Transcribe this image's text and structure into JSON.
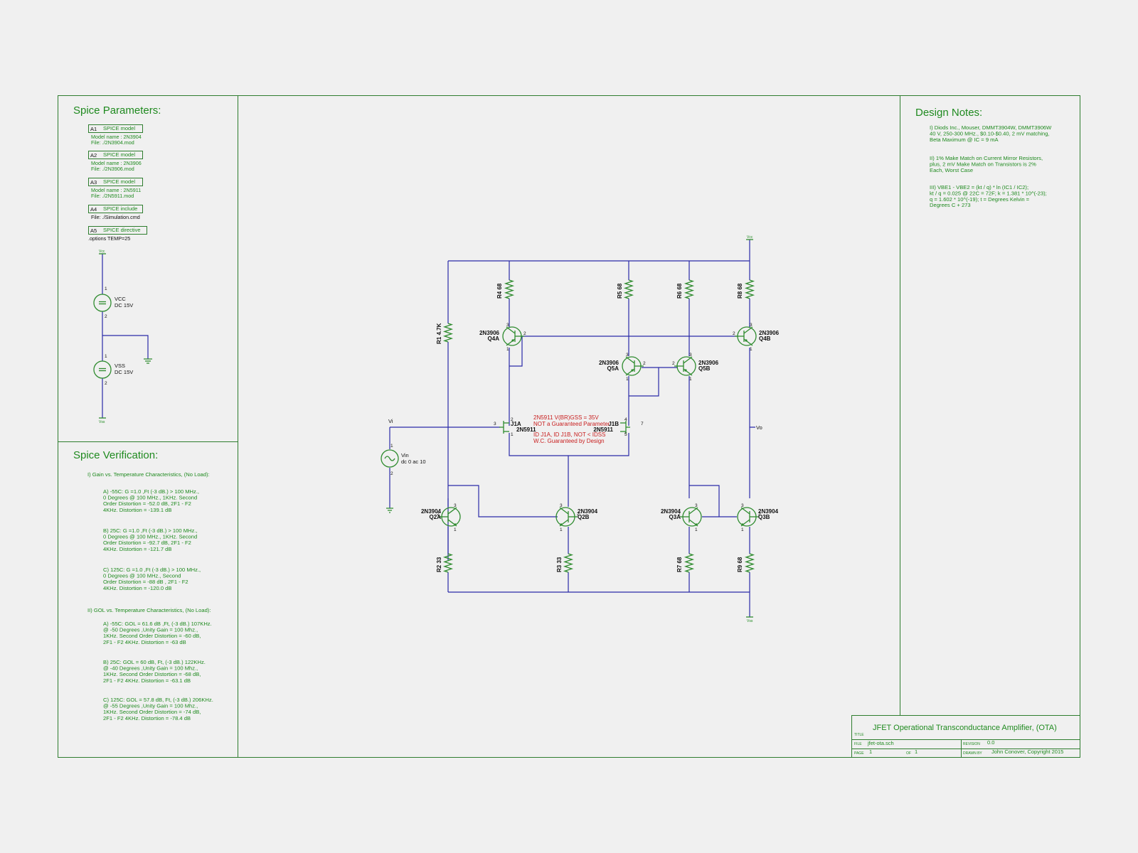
{
  "panels": {
    "spice_params_title": "Spice Parameters:",
    "spice_verification_title": "Spice Verification:",
    "design_notes_title": "Design Notes:"
  },
  "spice_models": [
    {
      "tag": "A1",
      "type": "SPICE model",
      "line1": "Model name :  2N3904",
      "line2": "File: ./2N3904.mod"
    },
    {
      "tag": "A2",
      "type": "SPICE model",
      "line1": "Model name :  2N3906",
      "line2": "File: ./2N3906.mod"
    },
    {
      "tag": "A3",
      "type": "SPICE model",
      "line1": "Model name :  2N5911",
      "line2": "File: ./2N5911.mod"
    },
    {
      "tag": "A4",
      "type": "SPICE include",
      "line1": "File: ./Simulation.cmd",
      "line2": ""
    },
    {
      "tag": "A5",
      "type": "SPICE directive",
      "line1": ".options TEMP=25",
      "line2": ""
    }
  ],
  "supplies": {
    "vcc_net": "Vcc",
    "vcc_name": "VCC",
    "vcc_value": "DC 15V",
    "vss_net": "Vss",
    "vss_name": "VSS",
    "vss_value": "DC 15V",
    "pin1": "1",
    "pin2": "2"
  },
  "verification": {
    "gain_heading": "I) Gain vs. Temperature Characteristics, (No Load):",
    "gain": [
      [
        "A) -55C: G =1.0 ,Ft (-3 dB.) > 100 MHz.,",
        "0 Degrees @ 100 MHz., 1KHz. Second",
        "Order Distortion = -52.0 dB, 2F1 -  F2",
        "4KHz. Distortion = -139.1 dB"
      ],
      [
        "B) 25C: G =1.0 ,Ft (-3 dB.) > 100 MHz.,",
        "0 Degrees @ 100 MHz., 1KHz. Second",
        "Order Distortion = -92.7 dB, 2F1 - F2",
        "4KHz. Distortion = -121.7 dB"
      ],
      [
        "C) 125C: G =1.0 ,Ft (-3 dB.) > 100 MHz.,",
        "0 Degrees @ 100 MHz., Second",
        "Order Distortion = -88 dB , 2F1 - F2",
        "4KHz. Distortion = -120.0 dB"
      ]
    ],
    "gol_heading": "II) GOL vs. Temperature Characteristics, (No Load):",
    "gol": [
      [
        "A) -55C: GOL = 61.6 dB ,Ft, (-3 dB.) 107KHz.",
        "@ -50 Degrees ,Unity Gain = 100 Mhz.,",
        "1KHz. Second Order Distortion = -60 dB,",
        "2F1 - F2 4KHz. Distortion = -63 dB"
      ],
      [
        "B) 25C: GOL = 60 dB, Ft, (-3 dB.) 122KHz.",
        "@ -40 Degrees ,Unity Gain = 100 Mhz.,",
        "1KHz. Second Order Distortion = -68 dB,",
        "2F1 - F2 4KHz. Distortion = -63.1 dB"
      ],
      [
        "C) 125C: GOL = 57.8 dB, Ft, (-3 dB.) 206KHz.",
        "@ -55 Degrees ,Unity Gain = 100 Mhz.,",
        "1KHz. Second Order Distortion = -74 dB,",
        "2F1 - F2 4KHz. Distortion = -78.4 dB"
      ]
    ]
  },
  "design_notes": [
    [
      "I) Diods Inc., Mouser, DMMT3904W, DMMT3906W",
      "40 V, 250-300 MHz., $0.10-$0.40, 2 mV matching,",
      "Beta Maximum @ IC = 9 mA"
    ],
    [
      "II) 1% Make Match on Current Mirror Resistors,",
      "plus, 2 mV Make Match on Transistors is 2%",
      "Each, Worst Case"
    ],
    [
      "III) VBE1 - VBE2 = (kt / q) * ln  (IC1 / IC2);",
      "kt / q = 0.025 @ 22C = 72F; k = 1.381 * 10^(-23);",
      "q = 1.602 * 10^(-19); t = Degrees Kelvin =",
      "Degrees C + 273"
    ]
  ],
  "circuit": {
    "vcc": "Vcc",
    "vss": "Vss",
    "vi": "Vi",
    "vo": "Vo",
    "vin_name": "Vin",
    "vin_value": "dc 0 ac 10",
    "resistors": [
      {
        "ref": "R1",
        "val": "4.7K"
      },
      {
        "ref": "R4",
        "val": "68"
      },
      {
        "ref": "R5",
        "val": "68"
      },
      {
        "ref": "R6",
        "val": "68"
      },
      {
        "ref": "R8",
        "val": "68"
      },
      {
        "ref": "R2",
        "val": "33"
      },
      {
        "ref": "R3",
        "val": "33"
      },
      {
        "ref": "R7",
        "val": "68"
      },
      {
        "ref": "R9",
        "val": "68"
      }
    ],
    "transistors": [
      {
        "ref": "Q4A",
        "part": "2N3906"
      },
      {
        "ref": "Q4B",
        "part": "2N3906"
      },
      {
        "ref": "Q5A",
        "part": "2N3906"
      },
      {
        "ref": "Q5B",
        "part": "2N3906"
      },
      {
        "ref": "Q2A",
        "part": "2N3904"
      },
      {
        "ref": "Q2B",
        "part": "2N3904"
      },
      {
        "ref": "Q3A",
        "part": "2N3904"
      },
      {
        "ref": "Q3B",
        "part": "2N3904"
      }
    ],
    "jfets": [
      {
        "ref": "J1A",
        "part": "2N5911"
      },
      {
        "ref": "J1B",
        "part": "2N5911"
      }
    ],
    "pins": {
      "p1": "1",
      "p2": "2",
      "p3": "3",
      "p4": "4",
      "p5": "5",
      "p7": "7"
    },
    "warning": [
      "2N5911 V(BR)GSS = 35V",
      "NOT a Guaranteed Parameter",
      "",
      "ID J1A, ID J1B, NOT < IDSS",
      "W.C. Guaranteed by Design"
    ]
  },
  "title_block": {
    "title_label": "TITLE",
    "title": "JFET Operational Transconductance Amplifier, (OTA)",
    "file_label": "FILE",
    "file": "jfet-ota.sch",
    "revision_label": "REVISION",
    "revision": "0.0",
    "page_label": "PAGE",
    "page": "1",
    "of_label": "OF",
    "of": "1",
    "drawn_label": "DRAWN BY",
    "drawn_by": "John Conover, Copyright 2015"
  },
  "colors": {
    "frame": "#2e7d2e",
    "text": "#1f8a1f",
    "wire": "#2a2aa8",
    "warning": "#c81e1e"
  }
}
